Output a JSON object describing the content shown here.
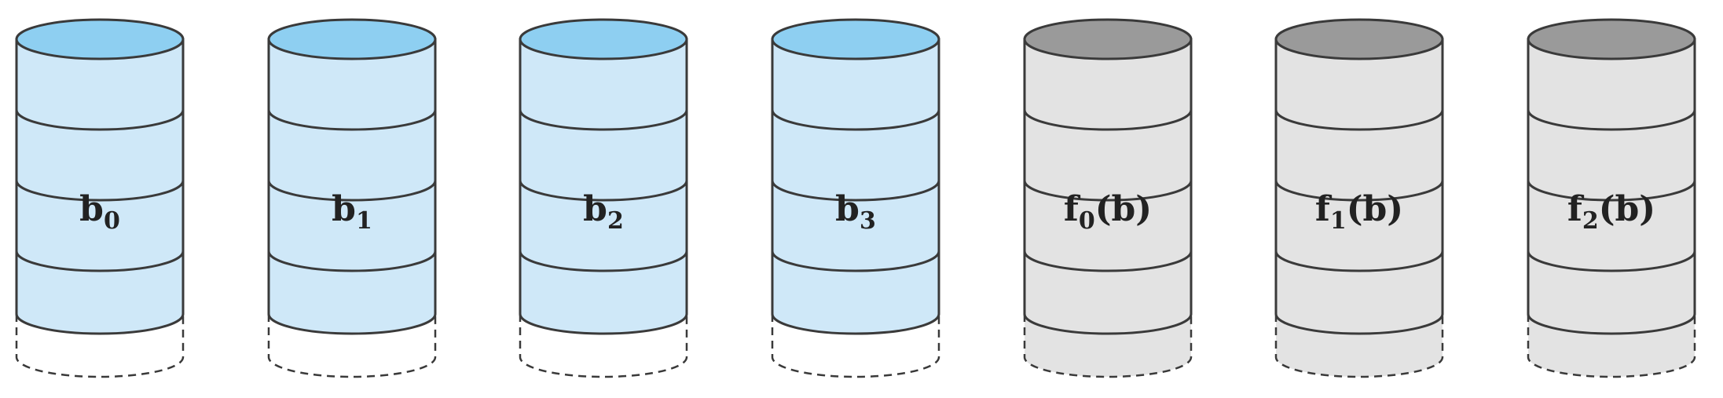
{
  "colors": {
    "data_body": "#cfe8f8",
    "data_top": "#8ecff1",
    "check_body": "#e3e3e3",
    "check_top": "#9a9a9a",
    "outline": "#3a3a3a",
    "background": "#ffffff"
  },
  "disks": [
    {
      "kind": "data",
      "label_main": "b",
      "label_sub": "0",
      "label_tail": ""
    },
    {
      "kind": "data",
      "label_main": "b",
      "label_sub": "1",
      "label_tail": ""
    },
    {
      "kind": "data",
      "label_main": "b",
      "label_sub": "2",
      "label_tail": ""
    },
    {
      "kind": "data",
      "label_main": "b",
      "label_sub": "3",
      "label_tail": ""
    },
    {
      "kind": "check",
      "label_main": "f",
      "label_sub": "0",
      "label_tail": "(b)"
    },
    {
      "kind": "check",
      "label_main": "f",
      "label_sub": "1",
      "label_tail": "(b)"
    },
    {
      "kind": "check",
      "label_main": "f",
      "label_sub": "2",
      "label_tail": "(b)"
    }
  ]
}
